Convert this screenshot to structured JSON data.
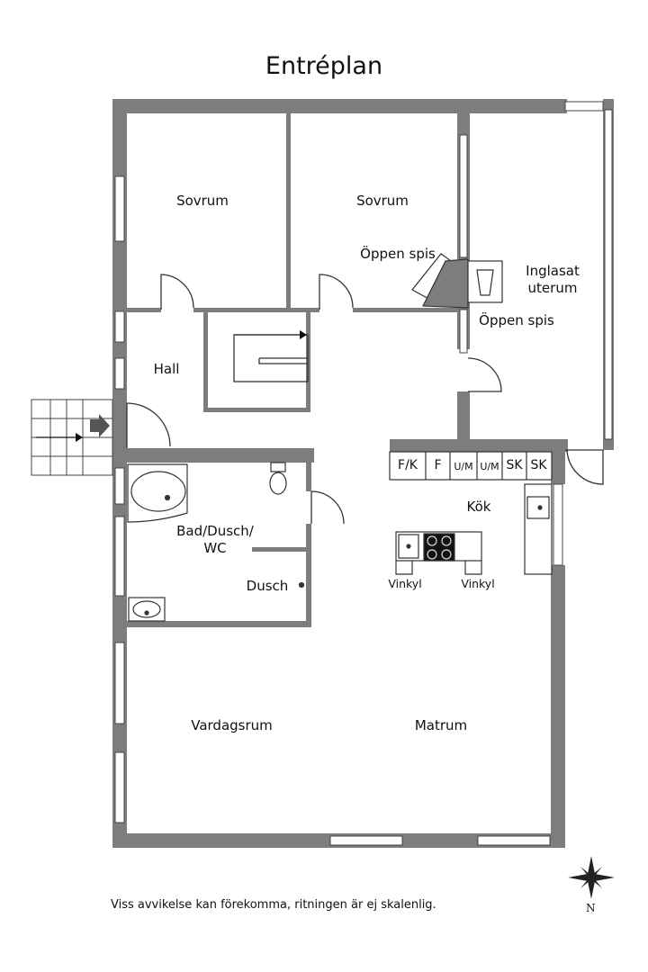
{
  "title": "Entréplan",
  "disclaimer": "Viss avvikelse kan förekomma, ritningen är ej skalenlig.",
  "rooms": {
    "bedroom_1": "Sovrum",
    "bedroom_2": "Sovrum",
    "hall": "Hall",
    "sunroom_line1": "Inglasat",
    "sunroom_line2": "uterum",
    "bathroom_line1": "Bad/Dusch/",
    "bathroom_line2": "WC",
    "shower": "Dusch",
    "kitchen": "Kök",
    "living_room": "Vardagsrum",
    "dining_room": "Matrum"
  },
  "labels": {
    "fireplace_1": "Öppen spis",
    "fireplace_2": "Öppen spis",
    "corner_cabinet_1": "Vinkyl",
    "corner_cabinet_2": "Vinkyl"
  },
  "appliances": [
    "F/K",
    "F",
    "U/M",
    "U/M",
    "SK",
    "SK"
  ],
  "compass": {
    "north": "N"
  },
  "colors": {
    "wall": "#7d7d7d",
    "line": "#333333",
    "background": "#ffffff"
  }
}
